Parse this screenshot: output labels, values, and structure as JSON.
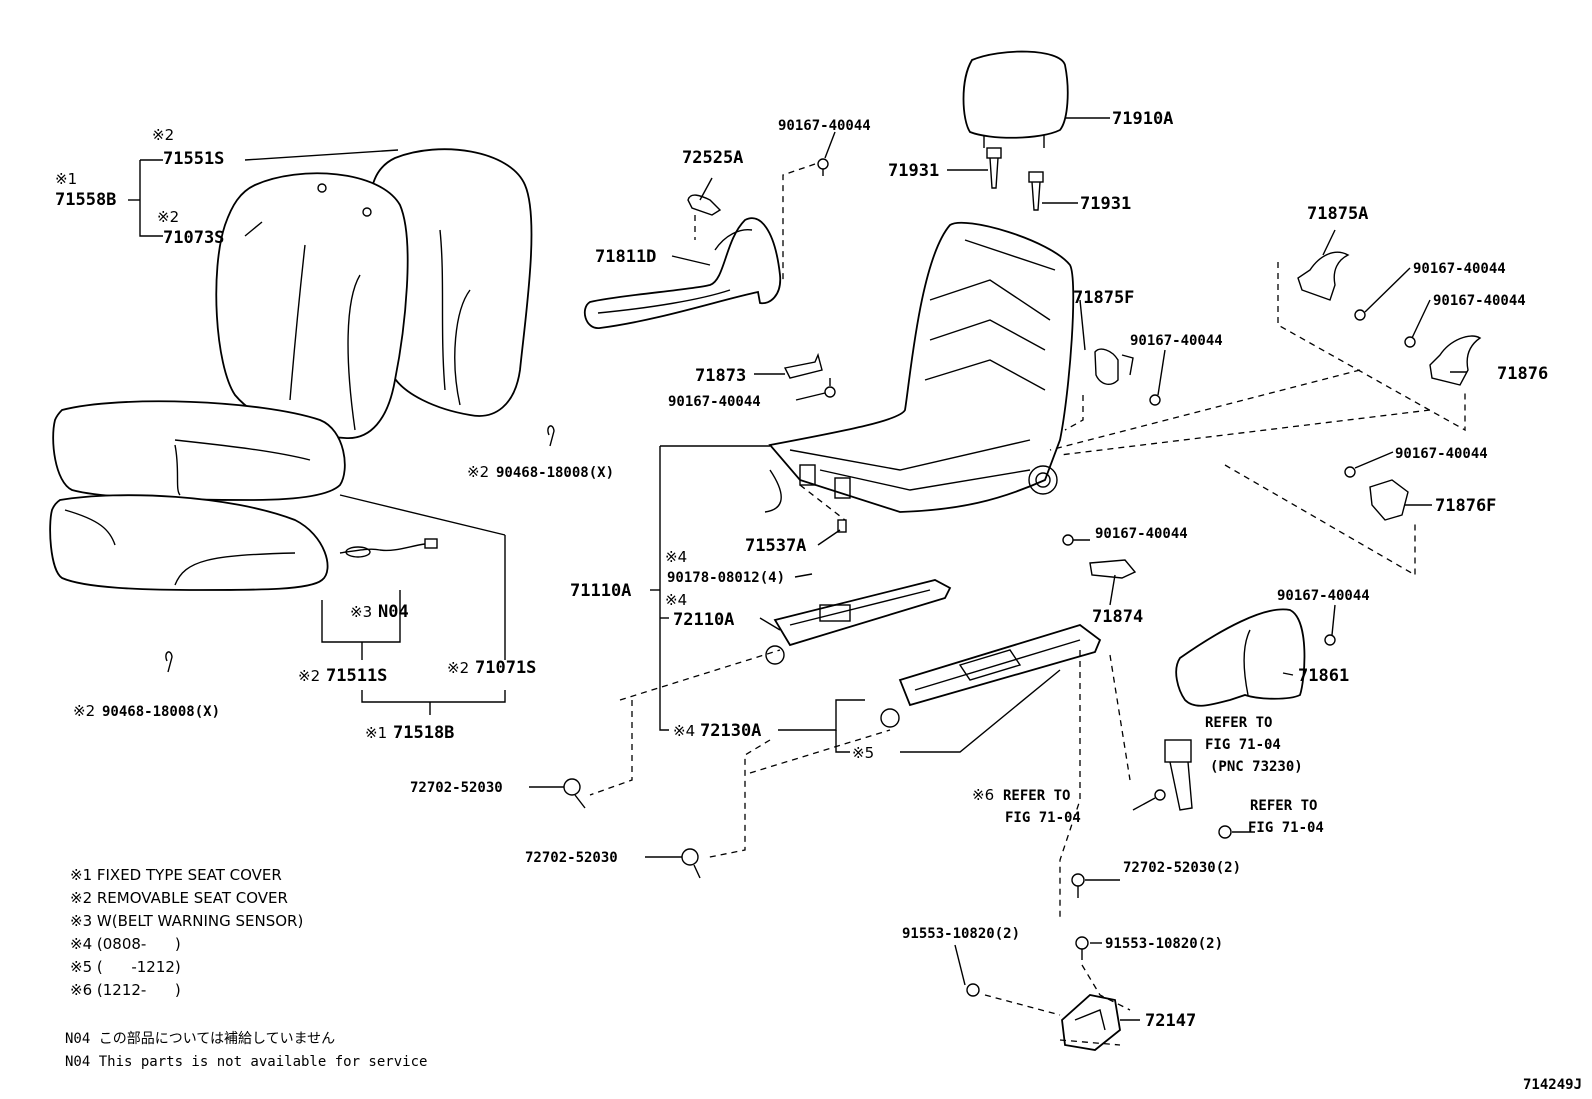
{
  "figure_id": "714249J",
  "parts": {
    "p71551S": "71551S",
    "p71558B": "71558B",
    "p71073S": "71073S",
    "p72525A": "72525A",
    "p90167_top": "90167-40044",
    "p71910A": "71910A",
    "p71931a": "71931",
    "p71931b": "71931",
    "p71811D": "71811D",
    "p71875A": "71875A",
    "p90167_r1": "90167-40044",
    "p90167_r2": "90167-40044",
    "p71875F": "71875F",
    "p90167_mid": "90167-40044",
    "p71873": "71873",
    "p90167_71873": "90167-40044",
    "p71876": "71876",
    "p90468_a": "90468-18008(X)",
    "p90167_r3": "90167-40044",
    "p71876F": "71876F",
    "p71537A": "71537A",
    "p90167_r4": "90167-40044",
    "p90178": "90178-08012(4)",
    "p71110A": "71110A",
    "p72110A": "72110A",
    "p90167_r5": "90167-40044",
    "pN04": "N04",
    "p71874": "71874",
    "p71071S": "71071S",
    "p71511S": "71511S",
    "p71861": "71861",
    "p90468_b": "90468-18008(X)",
    "p71518B": "71518B",
    "p72130A": "72130A",
    "p72702_a": "72702-52030",
    "p72702_b": "72702-52030",
    "p72702_c": "72702-52030(2)",
    "p91553_a": "91553-10820(2)",
    "p91553_b": "91553-10820(2)",
    "p72147": "72147"
  },
  "marks": {
    "m1": "※1",
    "m2": "※2",
    "m3": "※3",
    "m4": "※4",
    "m5": "※5",
    "m6": "※6"
  },
  "refs": {
    "refer_to": "REFER TO",
    "fig_7104": "FIG 71-04",
    "pnc": "(PNC 73230)"
  },
  "legend": [
    "※1 FIXED TYPE SEAT COVER",
    "※2 REMOVABLE SEAT COVER",
    "※3 W(BELT WARNING SENSOR)",
    "※4 (0808-      )",
    "※5 (      -1212)",
    "※6 (1212-      )"
  ],
  "footnotes": [
    "N04 この部品については補給していません",
    "N04 This parts is not available for service"
  ]
}
